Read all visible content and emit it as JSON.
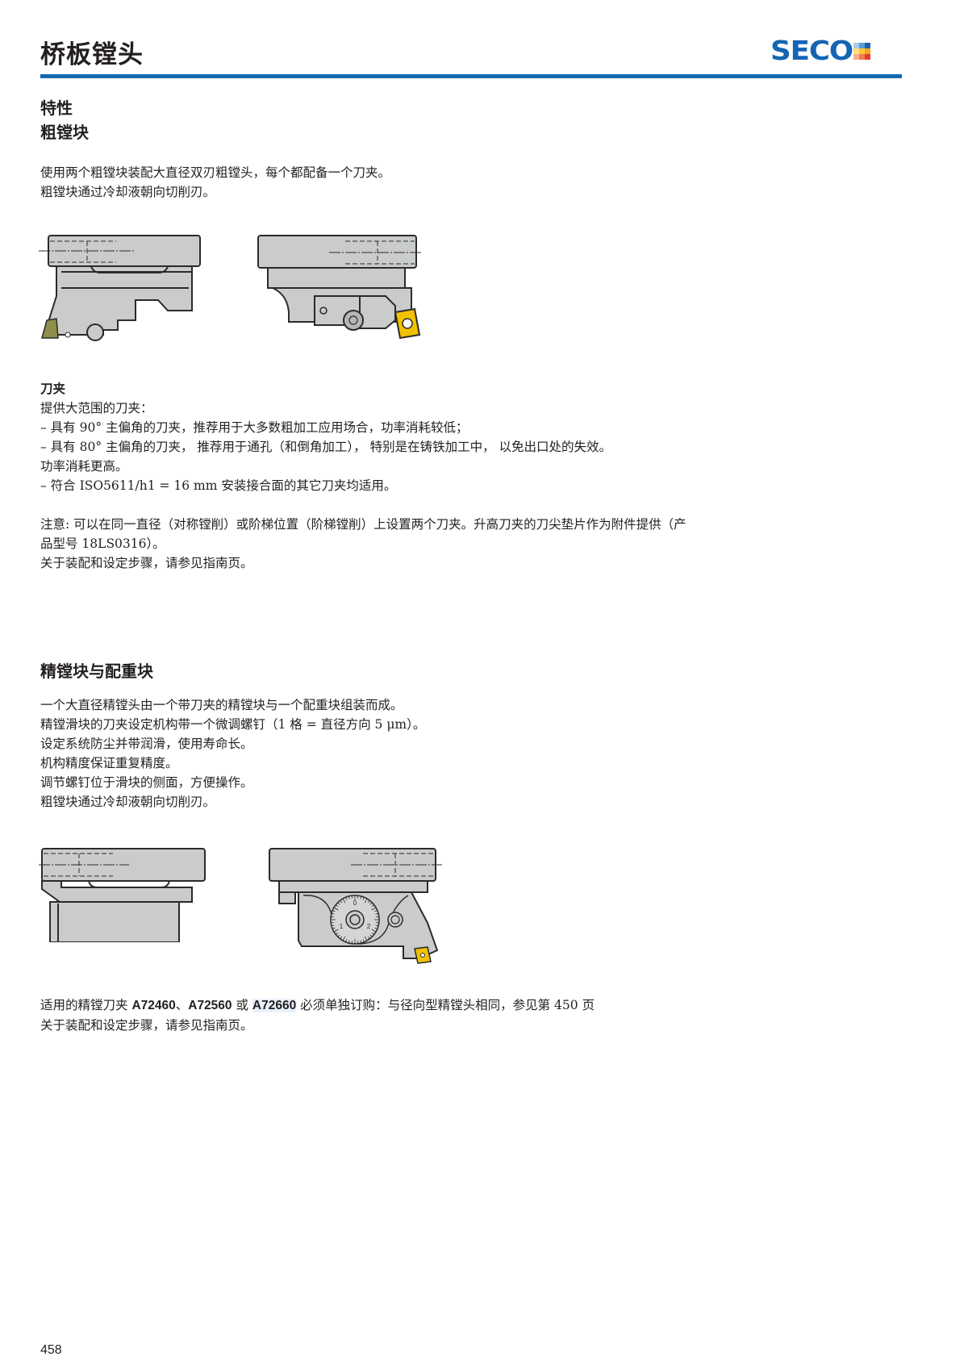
{
  "header": {
    "title": "桥板镗头",
    "logo_text": "SECO",
    "logo_colors": [
      "#a9cbe8",
      "#5b9bd5",
      "#1f5fa8",
      "#ffe07a",
      "#ffc53d",
      "#f5a623",
      "#f7b08f",
      "#f27c52",
      "#e53a2a"
    ],
    "rule_color": "#1469b0"
  },
  "section1": {
    "heading1": "特性",
    "heading2": "粗镗块",
    "intro": [
      "使用两个粗镗块装配大直径双刃粗镗头，每个都配备一个刀夹。",
      "粗镗块通过冷却液朝向切削刃。"
    ],
    "figures": [
      {
        "name": "rough-boring-block-side-view"
      },
      {
        "name": "rough-boring-block-front-view-with-insert"
      }
    ],
    "holder_title": "刀夹",
    "holder_lines": [
      "提供大范围的刀夹：",
      "– 具有 90° 主偏角的刀夹，推荐用于大多数粗加工应用场合，功率消耗较低；",
      "– 具有 80° 主偏角的刀夹， 推荐用于通孔（和倒角加工）， 特别是在铸铁加工中， 以免出口处的失效。",
      "功率消耗更高。",
      "– 符合 ISO5611/h1 = 16 mm 安装接合面的其它刀夹均适用。"
    ],
    "note_lines": [
      "注意: 可以在同一直径（对称镗削）或阶梯位置（阶梯镗削）上设置两个刀夹。升高刀夹的刀尖垫片作为附件提供（产",
      "品型号 18LS0316）。",
      "关于装配和设定步骤，请参见指南页。"
    ]
  },
  "section2": {
    "heading": "精镗块与配重块",
    "lines": [
      "一个大直径精镗头由一个带刀夹的精镗块与一个配重块组装而成。",
      "精镗滑块的刀夹设定机构带一个微调螺钉（1 格 = 直径方向 5 μm）。",
      "设定系统防尘并带润滑，使用寿命长。",
      "机构精度保证重复精度。",
      "调节螺钉位于滑块的侧面，方便操作。",
      "粗镗块通过冷却液朝向切削刃。"
    ],
    "figures": [
      {
        "name": "counterweight-block-view"
      },
      {
        "name": "fine-boring-block-with-dial"
      }
    ],
    "dial_labels": [
      "0",
      "1",
      "2"
    ],
    "holders_note": {
      "prefix": "适用的精镗刀夹 ",
      "code1": "A72460",
      "sep1": "、",
      "code2": "A72560",
      "or": " 或 ",
      "code3": "A72660",
      "suffix": " 必须单独订购：与径向型精镗头相同，参见第 450 页"
    },
    "assembly_note": "关于装配和设定步骤，请参见指南页。"
  },
  "footer": {
    "page_number": "458"
  },
  "colors": {
    "metal": "#c9ccca",
    "metal_dark": "#b5b8b6",
    "outline": "#2b2b2b",
    "insert": "#f2c200"
  }
}
